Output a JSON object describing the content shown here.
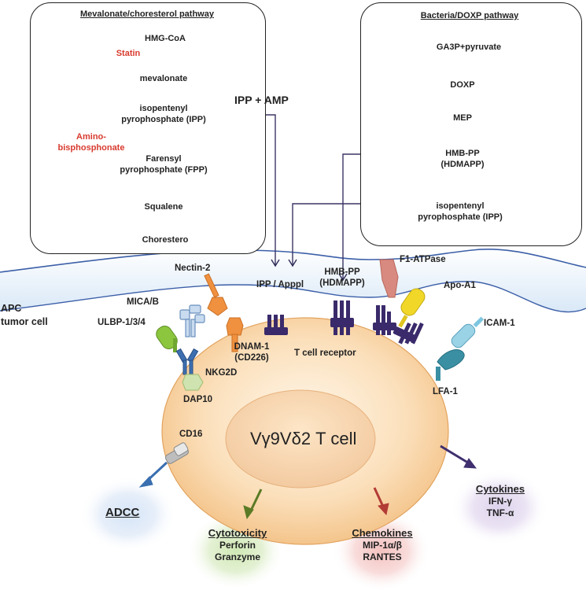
{
  "mevalonate": {
    "title": "Mevalonate/choresterol pathway",
    "hmg": "HMG-CoA",
    "statin": "Statin",
    "mevalonate": "mevalonate",
    "ipp1": "isopentenyl",
    "ipp2": "pyrophosphate (IPP)",
    "amino1": "Amino-",
    "amino2": "bisphosphonate",
    "fpp1": "Farensyl",
    "fpp2": "pyrophosphate (FPP)",
    "squalene": "Squalene",
    "cholesterol": "Chorestero"
  },
  "doxp": {
    "title": "Bacteria/DOXP pathway",
    "ga3p": "GA3P+pyruvate",
    "doxp": "DOXP",
    "mep": "MEP",
    "hmb1": "HMB-PP",
    "hmb2": "(HDMAPP)",
    "ipp1": "isopentenyl",
    "ipp2": "pyrophosphate (IPP)"
  },
  "ipp_amp": "IPP + AMP",
  "apc": {
    "line1": "APC",
    "line2": "tumor cell"
  },
  "receptors": {
    "nectin": "Nectin-2",
    "mica": "MICA/B",
    "ulbp": "ULBP-1/3/4",
    "dnam1": "DNAM-1",
    "dnam2": "(CD226)",
    "nkg2d": "NKG2D",
    "dap10": "DAP10",
    "ipp_appl": "IPP / Apppl",
    "hmb1": "HMB-PP",
    "hmb2": "(HDMAPP)",
    "f1": "F1-ATPase",
    "apoa1": "Apo-A1",
    "icam": "ICAM-1",
    "lfa": "LFA-1",
    "tcr": "T cell receptor",
    "cd16": "CD16"
  },
  "tcell": {
    "name": "Vγ9Vδ2 T cell"
  },
  "outcomes": {
    "adcc": "ADCC",
    "cyto_title": "Cytotoxicity",
    "cyto_1": "Perforin",
    "cyto_2": "Granzyme",
    "chemo_title": "Chemokines",
    "chemo_1": "MIP-1α/β",
    "chemo_2": "RANTES",
    "cytok_title": "Cytokines",
    "cytok_1": "IFN-γ",
    "cytok_2": "TNF-α"
  },
  "colors": {
    "nectin": "#f0913f",
    "dnam": "#f0913f",
    "tcr": "#3a2a6b",
    "f1": "#d98a80",
    "apoa1": "#f1d728",
    "icam": "#7cc6df",
    "lfa": "#3a8fa3",
    "ulbp": "#8cc63f",
    "mica": "#8fb4d6",
    "nkg2d": "#3d6fb0",
    "dap10": "#a8c87a",
    "statin": "#d83a2e"
  }
}
